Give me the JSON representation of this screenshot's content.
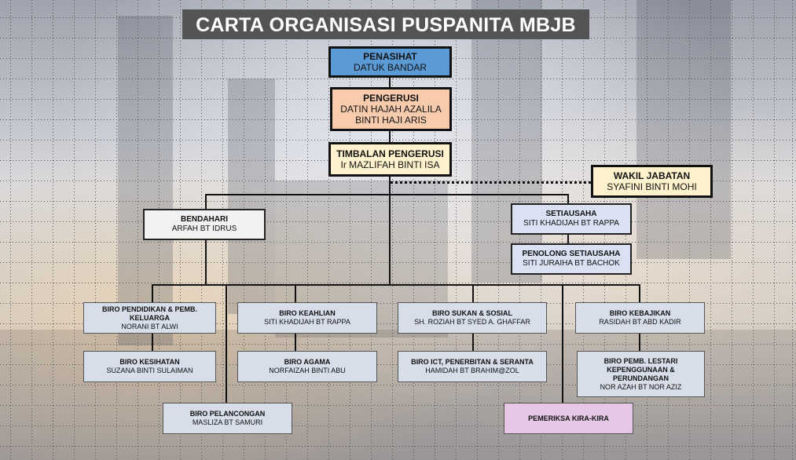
{
  "title": "CARTA ORGANISASI PUSPANITA MBJB",
  "nodes": {
    "penasihat": {
      "role": "PENASIHAT",
      "name": "DATUK BANDAR"
    },
    "pengerusi": {
      "role": "PENGERUSI",
      "name": "DATIN HAJAH AZALILA",
      "name2": "BINTI HAJI ARIS"
    },
    "timbalan": {
      "role": "TIMBALAN PENGERUSI",
      "name": "Ir MAZLIFAH BINTI  ISA"
    },
    "wakil": {
      "role": "WAKIL JABATAN",
      "name": "SYAFINI  BINTI  MOHI"
    },
    "bendahari": {
      "role": "BENDAHARI",
      "name": "ARFAH BT IDRUS"
    },
    "setiausaha": {
      "role": "SETIAUSAHA",
      "name": "SITI KHADIJAH BT RAPPA"
    },
    "penolong": {
      "role": "PENOLONG SETIAUSAHA",
      "name": "SITI JURAIHA BT BACHOK"
    },
    "pendidikan": {
      "role": "BIRO PENDIDIKAN & PEMB.",
      "role2": "KELUARGA",
      "name": "NORANI BT ALWI"
    },
    "keahlian": {
      "role": "BIRO KEAHLIAN",
      "name": "SITI KHADIJAH BT RAPPA"
    },
    "sukan": {
      "role": "BIRO SUKAN & SOSIAL",
      "name": "SH. ROZIAH BT SYED A. GHAFFAR"
    },
    "kebajikan": {
      "role": "BIRO KEBAJIKAN",
      "name": "RASIDAH BT ABD KADIR"
    },
    "kesihatan": {
      "role": "BIRO KESIHATAN",
      "name": "SUZANA BINTI SULAIMAN"
    },
    "agama": {
      "role": "BIRO AGAMA",
      "name": "NORFAIZAH BINTI ABU"
    },
    "ict": {
      "role": "BIRO ICT, PENERBITAN & SERANTA",
      "name": "HAMIDAH BT BRAHIM@ZOL"
    },
    "lestari": {
      "role": "BIRO PEMB. LESTARI",
      "role2": "KEPENGGUNAAN &",
      "role3": "PERUNDANGAN",
      "name": "NOR AZAH BT NOR AZIZ"
    },
    "pelancongan": {
      "role": "BIRO PELANCONGAN",
      "name": "MASLIZA BT SAMURI"
    },
    "pemeriksa": {
      "role": "PEMERIKSA KIRA-KIRA"
    }
  },
  "colors": {
    "penasihat": "#5b9bd5",
    "pengerusi": "#f8cbad",
    "timbalan": "#fff2cc",
    "wakil": "#fff2cc",
    "officer": "#f2f2f2",
    "setiausaha": "#d9e1f2",
    "biro": "#d7dde9",
    "pemeriksa": "#e6c7e6",
    "title_bg": "#545454"
  }
}
